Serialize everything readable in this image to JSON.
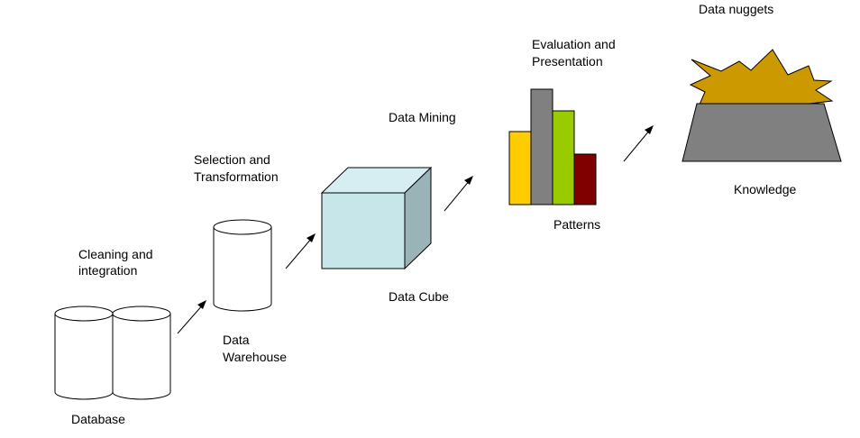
{
  "labels": {
    "database": "Database",
    "cleaning_integration": [
      "Cleaning and",
      "integration"
    ],
    "data_warehouse": [
      "Data",
      "Warehouse"
    ],
    "selection_transformation": [
      "Selection and",
      "Transformation"
    ],
    "data_cube": "Data Cube",
    "data_mining": "Data Mining",
    "patterns": "Patterns",
    "evaluation_presentation": [
      "Evaluation and",
      "Presentation"
    ],
    "knowledge": "Knowledge",
    "data_nuggets": "Data nuggets"
  },
  "colors": {
    "cube_front": "#c6e6ea",
    "cube_top": "#d6eef1",
    "cube_side": "#9ab3b6",
    "bar_yellow": "#ffcc00",
    "bar_gray": "#808080",
    "bar_green": "#99cc00",
    "bar_darkred": "#800000",
    "knowledge_base": "#808080",
    "nugget_gold": "#cc9900"
  },
  "patterns_bars": [
    {
      "name": "yellow",
      "level": 0.63
    },
    {
      "name": "gray",
      "level": 1.0
    },
    {
      "name": "green",
      "level": 0.81
    },
    {
      "name": "darkred",
      "level": 0.44
    }
  ]
}
